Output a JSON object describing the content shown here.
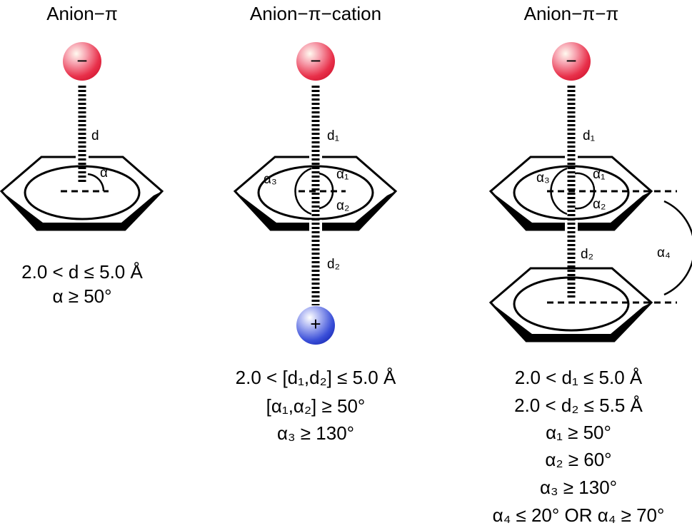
{
  "panels": [
    {
      "title": "Anion−π",
      "labels": {
        "d": "d",
        "alpha": "α"
      },
      "conditions": [
        "2.0 < d ≤ 5.0 Å",
        "α ≥ 50°"
      ],
      "ion_sign": "−"
    },
    {
      "title": "Anion−π−cation",
      "labels": {
        "d1": "d₁",
        "d2": "d₂",
        "a1": "α₁",
        "a2": "α₂",
        "a3": "α₃"
      },
      "conditions": [
        "2.0 < [d₁,d₂] ≤ 5.0 Å",
        "[α₁,α₂] ≥ 50°",
        "α₃ ≥ 130°"
      ],
      "ion_sign": "−",
      "cation_sign": "+"
    },
    {
      "title": "Anion−π−π",
      "labels": {
        "d1": "d₁",
        "d2": "d₂",
        "a1": "α₁",
        "a2": "α₂",
        "a3": "α₃",
        "a4": "α₄"
      },
      "conditions": [
        "2.0 < d₁ ≤ 5.0 Å",
        "2.0 < d₂ ≤ 5.5 Å",
        "α₁ ≥ 50°",
        "α₂ ≥ 60°",
        "α₃ ≥ 130°",
        "α₄ ≤ 20° OR α₄ ≥ 70°"
      ],
      "ion_sign": "−"
    }
  ],
  "colors": {
    "anion": "#e8304a",
    "cation": "#3a4fd8"
  }
}
